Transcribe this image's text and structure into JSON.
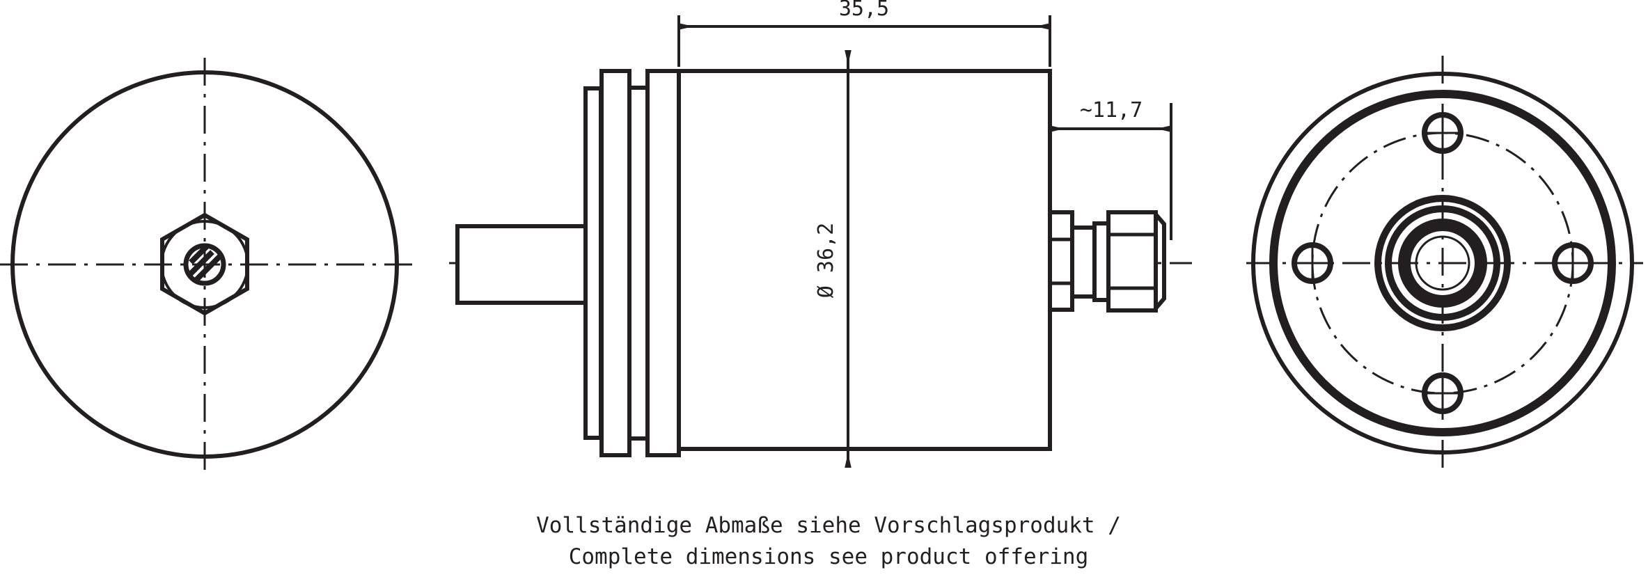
{
  "drawing": {
    "kind": "engineering-dimension-drawing",
    "subject": "rotary encoder with solid shaft, flange and cable gland connector",
    "background_color": "#ffffff",
    "line_color": "#231f20",
    "views": [
      {
        "name": "front-view-shaft-end",
        "position": "left"
      },
      {
        "name": "side-section-view",
        "position": "center"
      },
      {
        "name": "rear-view-flange",
        "position": "right"
      }
    ]
  },
  "dimensions": {
    "overall_length": {
      "label": "35,5",
      "orientation": "horizontal",
      "unit_implied": "mm"
    },
    "connector_length": {
      "label": "~11,7",
      "orientation": "horizontal",
      "unit_implied": "mm"
    },
    "body_diameter": {
      "label": "Ø 36,2",
      "orientation": "vertical",
      "unit_implied": "mm"
    }
  },
  "caption": {
    "line1": "Vollständige Abmaße siehe Vorschlagsprodukt /",
    "line2": "Complete dimensions see product offering"
  },
  "colors": {
    "ink": "#231f20",
    "paper": "#ffffff"
  }
}
